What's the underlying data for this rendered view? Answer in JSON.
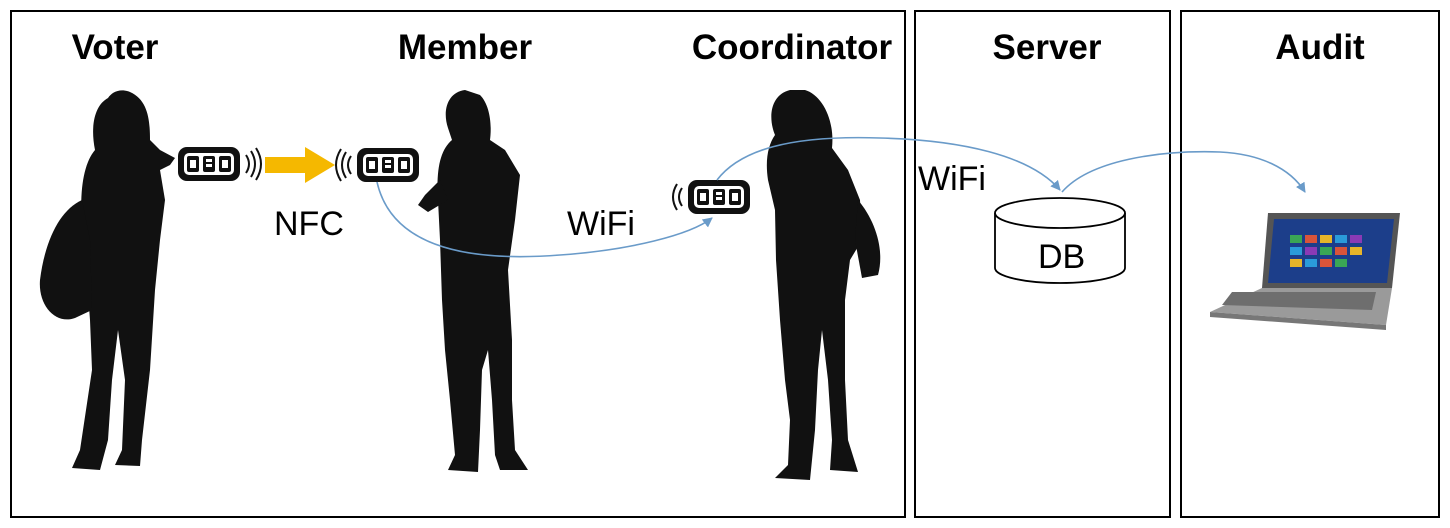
{
  "panels": {
    "voter": {
      "heading": "Voter"
    },
    "member": {
      "heading": "Member"
    },
    "coordinator": {
      "heading": "Coordinator"
    },
    "server": {
      "heading": "Server"
    },
    "audit": {
      "heading": "Audit"
    }
  },
  "links": {
    "nfc_label": "NFC",
    "wifi_member_coordinator_label": "WiFi",
    "wifi_coordinator_server_label": "WiFi"
  },
  "database": {
    "label": "DB"
  },
  "colors": {
    "arrow_nfc": "#F5B800",
    "arrow_wifi": "#6A9BC9",
    "silhouette": "#111111",
    "border": "#000000"
  }
}
